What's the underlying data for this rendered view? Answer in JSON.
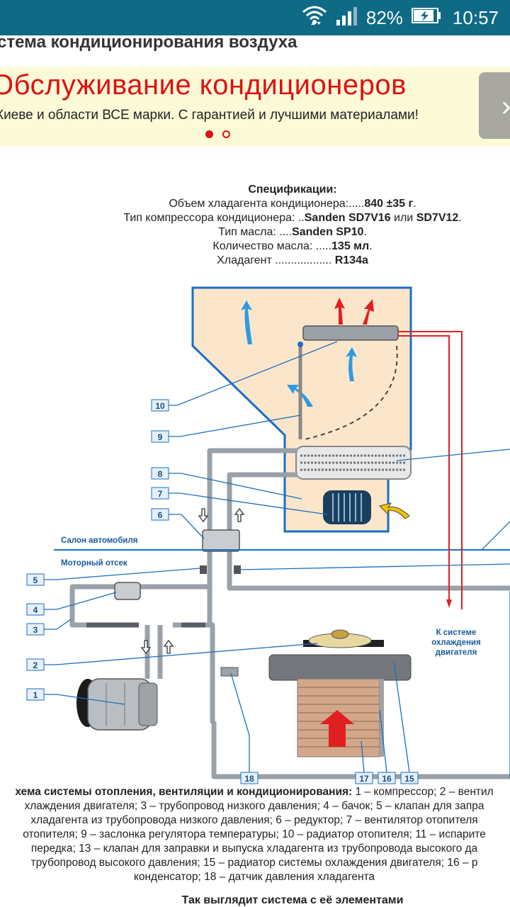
{
  "status_bar": {
    "battery": "82%",
    "time": "10:57"
  },
  "page_heading": "стема кондиционирования воздуха",
  "ad": {
    "title": "Обслуживание кондиционеров",
    "text": "Киеве и области ВСЕ марки. С гарантией и лучшими материалами!",
    "next_label": "›",
    "colors": {
      "active_dot": "#e01010",
      "title": "#e01010"
    }
  },
  "specs": {
    "heading": "Спецификации:",
    "line1_label": "Объем хладагента кондиционера:.....",
    "line1_value": "840 ±35 г",
    "line2_label": "Тип компрессора кондиционера: ..",
    "line2_value1": "Sanden SD7V16",
    "line2_or": " или ",
    "line2_value2": "SD7V12",
    "line3_label": "Тип масла: ....",
    "line3_value": "Sanden SP10",
    "line4_label": "Количество масла: .....",
    "line4_value": "135 мл",
    "line5_label": "Хладагент .................. ",
    "line5_value": "R134a"
  },
  "diagram": {
    "salon_label": "Салон автомобиля",
    "motor_label": "Моторный отсек",
    "cooling_label_1": "К системе",
    "cooling_label_2": "охлаждения",
    "cooling_label_3": "двигателя",
    "callouts": [
      "1",
      "2",
      "3",
      "4",
      "5",
      "6",
      "7",
      "8",
      "9",
      "10",
      "15",
      "16",
      "17",
      "18"
    ]
  },
  "caption": {
    "title": "хема системы отопления, вентиляции и кондиционирования:",
    "line1": " 1 – компрессор; 2 – вентил",
    "line2": "хлаждения двигателя; 3 – трубопровод низкого давления; 4 – бачок; 5 – клапан для запра",
    "line3": "хладагента из трубопровода низкого давления; 6 – редуктор; 7 – вентилятор отопителя",
    "line4": "отопителя; 9 – заслонка регулятора температуры; 10 – радиатор отопителя; 11 – испарите",
    "line5": "передка; 13 – клапан для заправки и выпуска хладагента из трубопровода высокого да",
    "line6": "трубопровод высокого давления; 15 – радиатор системы охлаждения двигателя; 16 – р",
    "line7": "конденсатор; 18 – датчик давления хладагента"
  },
  "footer_title": "Так выглядит система с её элементами"
}
